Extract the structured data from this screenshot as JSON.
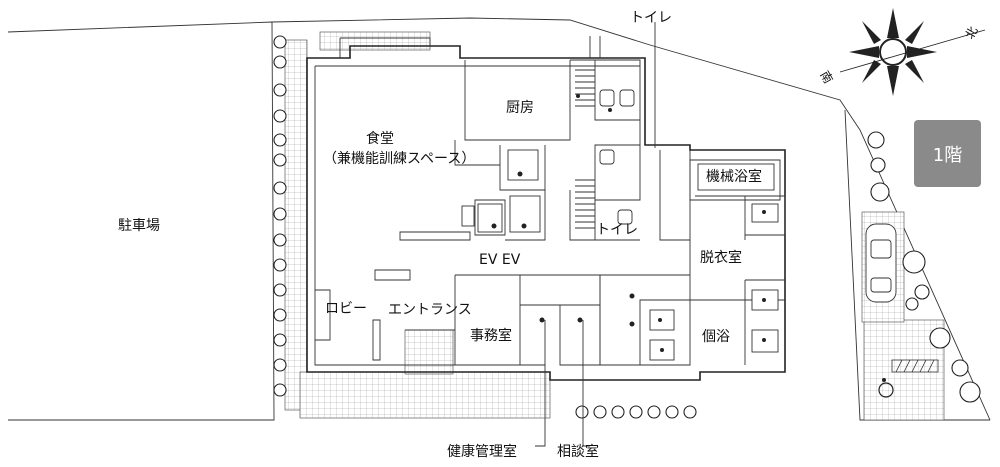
{
  "labels": {
    "parking": "駐車場",
    "dining": "食堂",
    "dining_sub": "（兼機能訓練スペース）",
    "kitchen": "厨房",
    "toilet_top": "トイレ",
    "toilet_mid": "トイレ",
    "mech_bath": "機械浴室",
    "dressing": "脱衣室",
    "private_bath": "個浴",
    "ev": "EV EV",
    "lobby": "ロビー",
    "entrance": "エントランス",
    "office": "事務室",
    "health": "健康管理室",
    "consult": "相談室"
  },
  "badge": {
    "floor": "1階"
  },
  "compass": {
    "north": "北",
    "south": "南"
  },
  "colors": {
    "line": "#222222",
    "badge_bg": "#8a8a8a",
    "badge_text": "#ffffff"
  }
}
